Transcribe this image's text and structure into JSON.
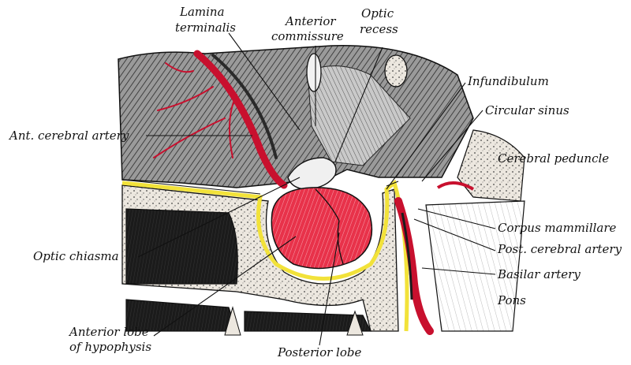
{
  "labels": {
    "lamina_terminalis_1": "Lamina",
    "lamina_terminalis_2": "terminalis",
    "anterior_commissure_1": "Anterior",
    "anterior_commissure_2": "commissure",
    "optic_recess_1": "Optic",
    "optic_recess_2": "recess",
    "infundibulum": "Infundibulum",
    "circular_sinus": "Circular sinus",
    "ant_cerebral_artery": "Ant. cerebral artery",
    "cerebral_peduncle": "Cerebral peduncle",
    "corpus_mammillare": "Corpus mammillare",
    "post_cerebral_artery": "Post. cerebral artery",
    "basilar_artery": "Basilar artery",
    "pons": "Pons",
    "optic_chiasma": "Optic chiasma",
    "anterior_lobe_1": "Anterior lobe",
    "anterior_lobe_2": "of hypophysis",
    "posterior_lobe": "Posterior lobe"
  },
  "colors": {
    "artery_red": "#c8102e",
    "gland_red": "#e8324a",
    "dura_yellow": "#f2e23a",
    "ink": "#111111",
    "tissue_gray": "#8a8a8a",
    "dark_cavity": "#1b1b1b",
    "bone_speckle": "#e9e4dc"
  }
}
